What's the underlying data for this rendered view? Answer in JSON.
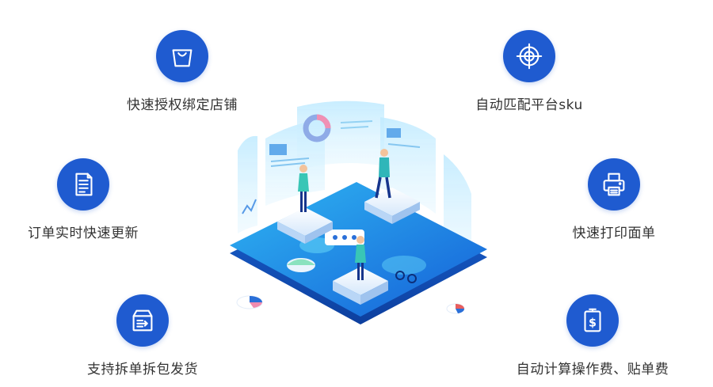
{
  "features": [
    {
      "id": "f1",
      "label": "快速授权绑定店铺",
      "icon": "shopping-bag-icon"
    },
    {
      "id": "f2",
      "label": "自动匹配平台sku",
      "icon": "crosshair-target-icon"
    },
    {
      "id": "f3",
      "label": "订单实时快速更新",
      "icon": "document-list-icon"
    },
    {
      "id": "f4",
      "label": "快速打印面单",
      "icon": "printer-icon"
    },
    {
      "id": "f5",
      "label": "支持拆单拆包发货",
      "icon": "package-export-icon"
    },
    {
      "id": "f6",
      "label": "自动计算操作费、贴单费",
      "icon": "dollar-tag-icon"
    }
  ],
  "colors": {
    "icon_bg": "#1f5bd0",
    "label_text": "#333333",
    "platform_blue": "#1e8be8",
    "platform_light": "#7fd3f5"
  }
}
